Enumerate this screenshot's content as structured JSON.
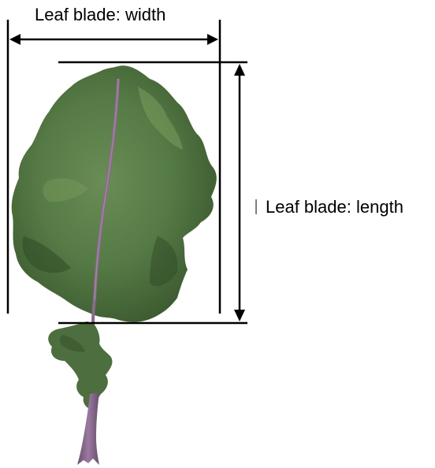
{
  "labels": {
    "width": "Leaf blade: width",
    "length": "Leaf blade: length"
  },
  "colors": {
    "line": "#000000",
    "leaf_dark": "#3c5a30",
    "leaf_mid": "#557a45",
    "leaf_light": "#7a9c5e",
    "midrib": "#8a6a8c",
    "background": "#ffffff"
  },
  "icons": {
    "leaf": "kale-leaf-photo"
  }
}
